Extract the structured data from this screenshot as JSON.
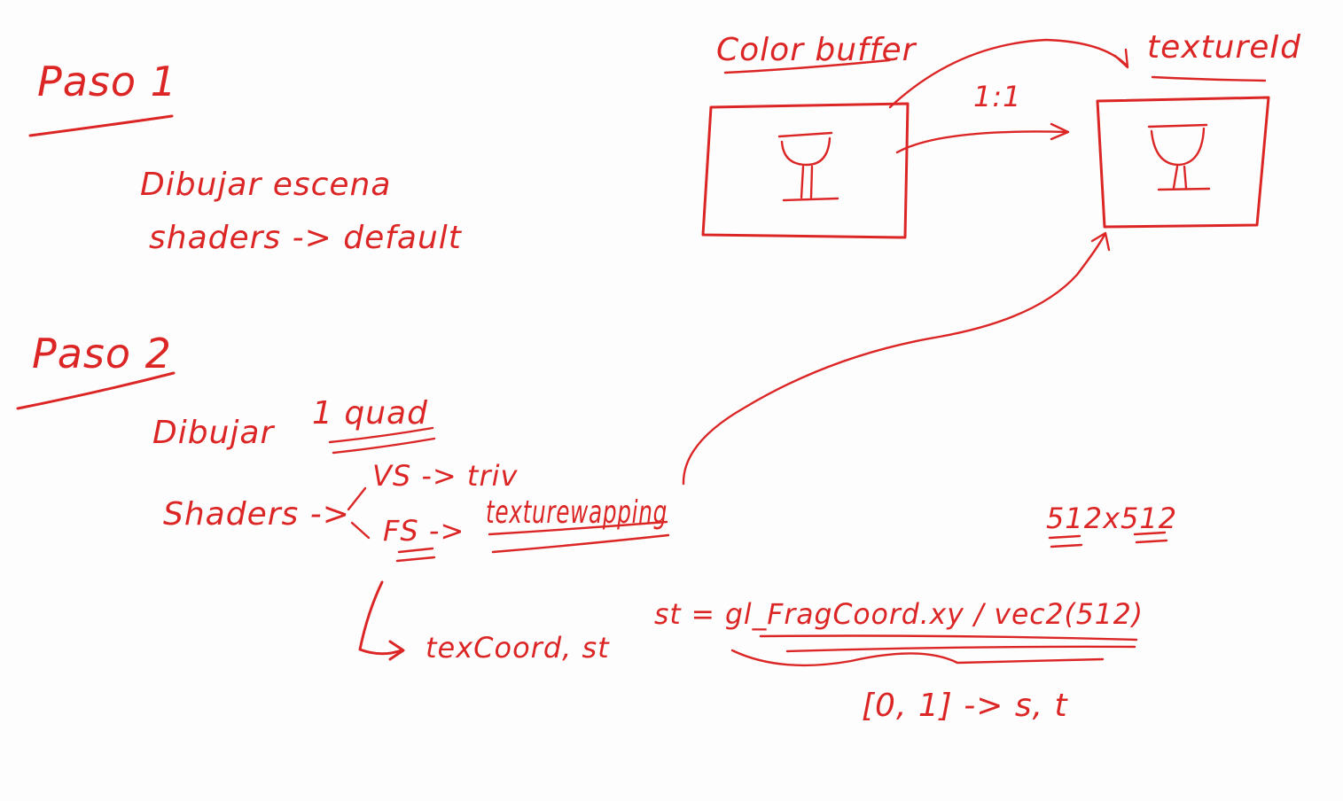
{
  "whiteboard": {
    "ink_color": "#dc2626",
    "background": "#fdfdfd",
    "step1": {
      "heading": "Paso 1",
      "line1": "Dibujar escena",
      "line2": "shaders -> default"
    },
    "step2": {
      "heading": "Paso 2",
      "line1_prefix": "Dibujar",
      "quad": "1 quad",
      "shaders_label": "Shaders ->",
      "vs": "VS -> triv",
      "fs_label": "FS ->",
      "fs_value": "texturewapping",
      "texcoord": "texCoord, st",
      "formula": "st = gl_FragCoord.xy / vec2(512)",
      "size": "512x512",
      "range": "[0, 1] -> s, t"
    },
    "color_buffer": {
      "label": "Color buffer",
      "icon": "wine-glass-icon"
    },
    "texture": {
      "label": "textureId",
      "icon": "wine-glass-icon"
    },
    "ratio": "1:1"
  }
}
